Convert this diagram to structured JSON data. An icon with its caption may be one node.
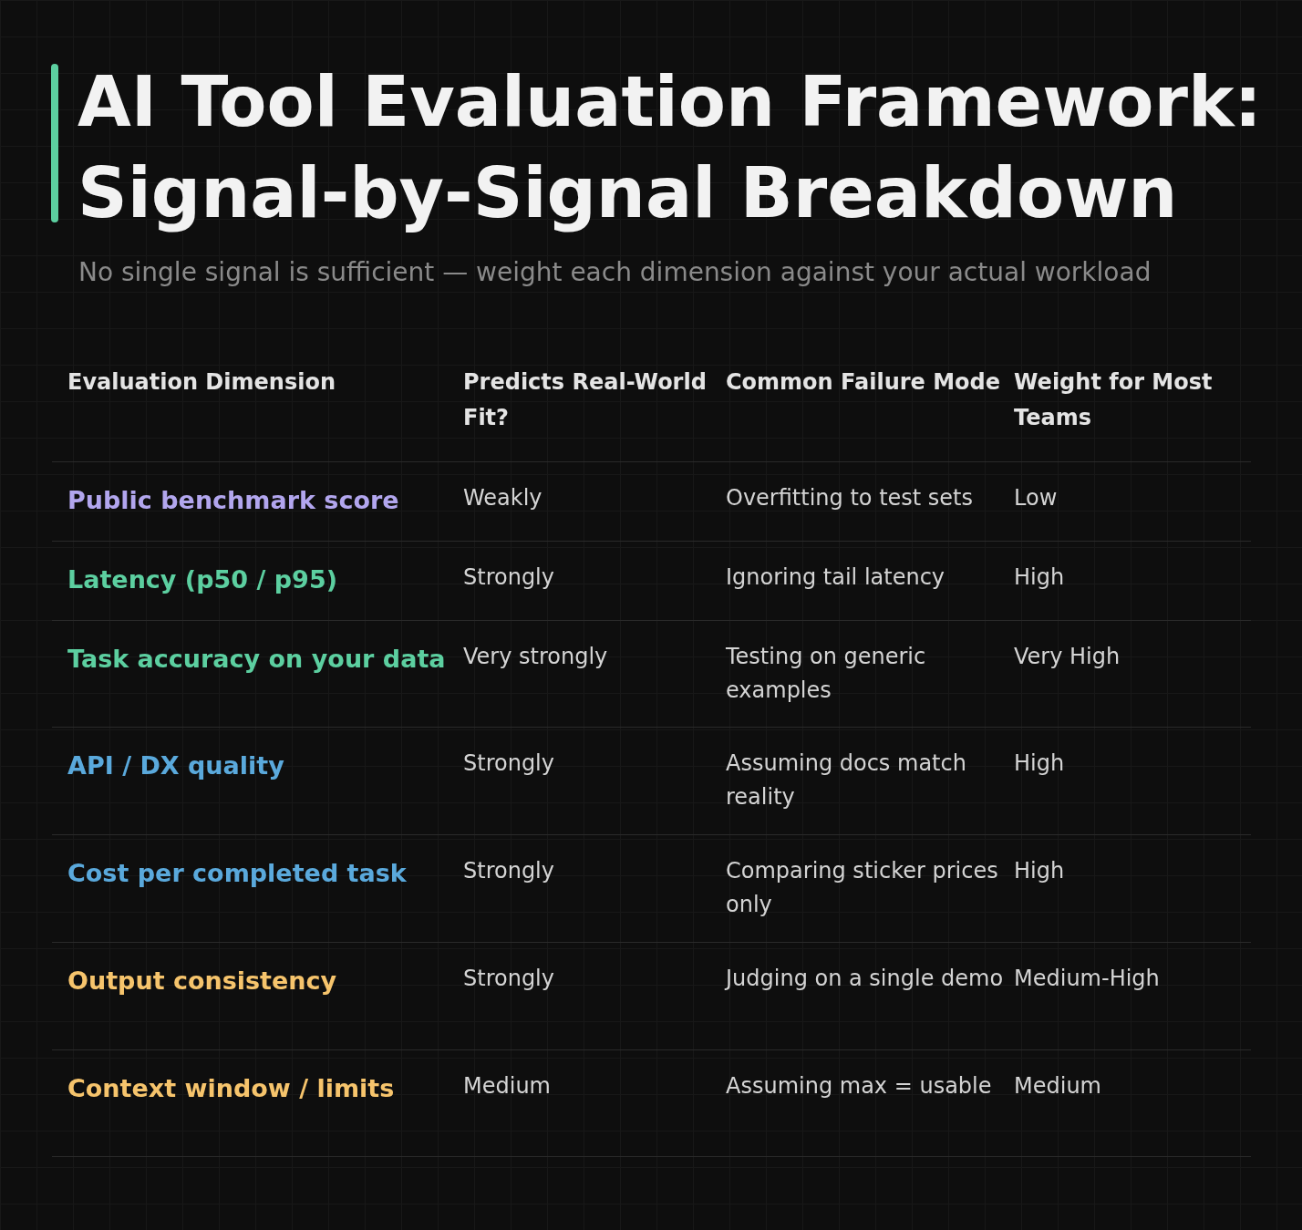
{
  "diagram": {
    "title": "AI Tool Evaluation Framework: Signal-by-Signal Breakdown",
    "labels": [
      "No single signal is sufficient — weight each dimension against your actual workload",
      "Evaluation Dimension",
      "Predicts Real-World Fit?",
      "Common Failure Mode",
      "Weight for Most Teams",
      "Public benchmark score",
      "Weakly",
      "Overfitting to test sets",
      "Low",
      "Latency (p50 / p95)",
      "Strongly",
      "Ignoring tail latency",
      "High",
      "Task accuracy on your data",
      "Very strongly",
      "Testing on generic examples",
      "Very High",
      "API / DX quality",
      "Strongly",
      "Assuming docs match reality",
      "High",
      "Cost per completed task",
      "Strongly",
      "Comparing sticker prices only",
      "High",
      "Output consistency",
      "Strongly",
      "Judging on a single demo",
      "Medium-High",
      "Context window / limits",
      "Medium",
      "Assuming max = usable",
      "Medium"
    ]
  }
}
